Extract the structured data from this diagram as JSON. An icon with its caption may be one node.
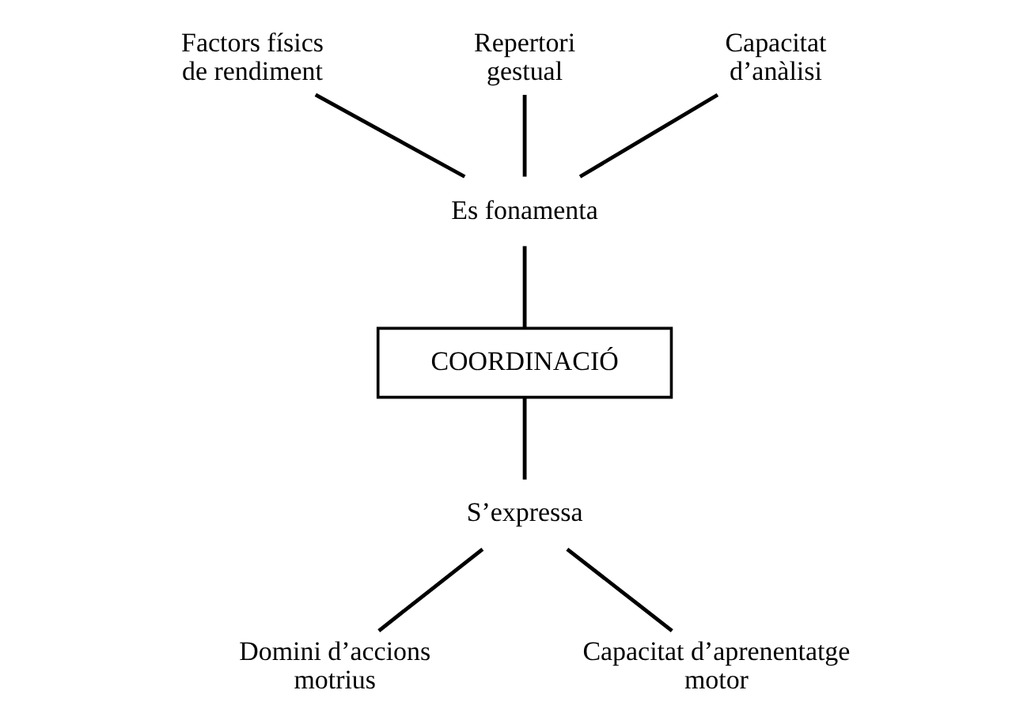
{
  "diagram": {
    "nodes": [
      {
        "text": [
          "Factors físics de rendiment"
        ]
      },
      {
        "text": [
          "Repertori gestual"
        ]
      },
      {
        "text": [
          "Capacitat d’anàlisi"
        ]
      },
      {
        "text": [
          "Es fonamenta"
        ]
      },
      {
        "text": [
          "COORDINACIÓ"
        ]
      },
      {
        "text": [
          "S’expressa"
        ]
      },
      {
        "text": [
          "Domini d’accions motrius"
        ]
      },
      {
        "text": [
          "Capacitat d’aprenentatge motor"
        ]
      }
    ],
    "edges": [
      {
        "from": 0,
        "to": 3,
        "arrow": "none"
      },
      {
        "from": 1,
        "to": 3,
        "arrow": "none"
      },
      {
        "from": 2,
        "to": 3,
        "arrow": "none"
      },
      {
        "from": 3,
        "to": 4,
        "arrow": "none"
      },
      {
        "from": 4,
        "to": 5,
        "arrow": "none"
      },
      {
        "from": 5,
        "to": 6,
        "arrow": "none"
      },
      {
        "from": 5,
        "to": 7,
        "arrow": "none"
      }
    ]
  }
}
